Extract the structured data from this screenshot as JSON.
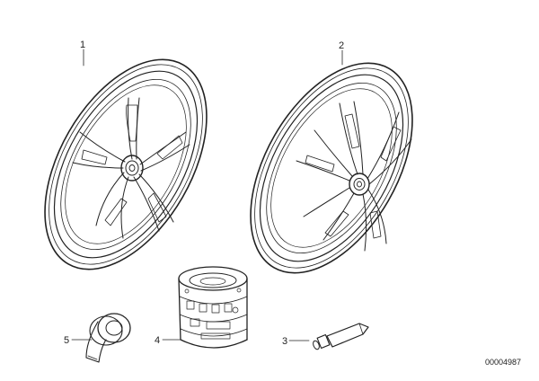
{
  "callouts": {
    "wheel_front": "1",
    "wheel_rear": "2",
    "tube": "3",
    "can": "4",
    "tape": "5"
  },
  "drawing_code": "00004987"
}
